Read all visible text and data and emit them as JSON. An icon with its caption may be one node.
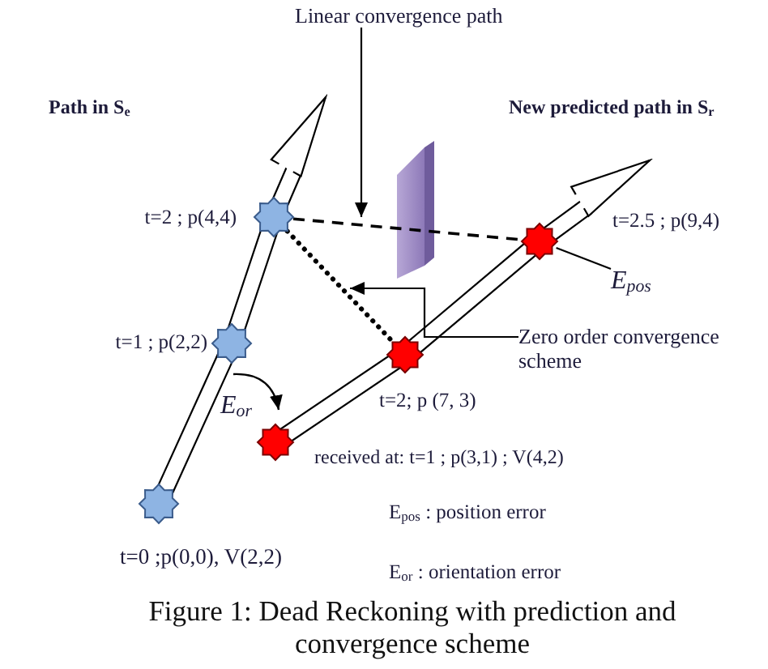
{
  "diagram": {
    "caption": "Figure 1: Dead Reckoning with prediction and convergence scheme",
    "nodes": [
      {
        "text": [
          "Linear convergence path"
        ]
      },
      {
        "text": [],
        "shape": "star",
        "beside": [
          "t=2 ; p(4,4)"
        ]
      },
      {
        "text": [],
        "shape": "star",
        "beside": [
          "t=2.5 ; p(9,4)"
        ]
      },
      {
        "text": [
          "E$_{pos}$"
        ]
      },
      {
        "text": [],
        "shape": "star",
        "beside": [
          "t=1 ; p(2,2)"
        ]
      },
      {
        "text": [],
        "shape": "star",
        "beside": [
          "t=2; p (7, 3)"
        ]
      },
      {
        "text": [
          "Zero order convergence scheme"
        ]
      },
      {
        "text": [],
        "shape": "star",
        "beside": [
          "received at: t=1 ; p(3,1) ; V(4,2)"
        ]
      },
      {
        "text": [],
        "shape": "star",
        "beside": [
          "t=0 ;p(0,0), V(2,2)"
        ]
      }
    ],
    "edges": [
      {
        "from": 0,
        "to": null,
        "arrow": "to"
      },
      {
        "from": 1,
        "to": 2,
        "arrow": "none",
        "style": "dashed"
      },
      {
        "from": 1,
        "to": 5,
        "arrow": "none",
        "style": "dashed"
      },
      {
        "from": 3,
        "to": 2,
        "arrow": "none"
      },
      {
        "from": 6,
        "to": null,
        "arrow": "to"
      },
      {
        "from": 8,
        "to": 4,
        "arrow": "none"
      },
      {
        "from": 4,
        "to": 1,
        "arrow": "none"
      },
      {
        "from": 1,
        "to": null,
        "arrow": "to"
      },
      {
        "from": 7,
        "to": 5,
        "arrow": "none"
      },
      {
        "from": 5,
        "to": 2,
        "arrow": "none"
      },
      {
        "from": 2,
        "to": null,
        "arrow": "to"
      }
    ],
    "labels": [
      "Path in S$_{e}$",
      "New predicted path in S$_{r}$",
      "E$_{or}$",
      "E$_{pos}$ : position error",
      "E$_{or}$ : orientation error"
    ]
  }
}
